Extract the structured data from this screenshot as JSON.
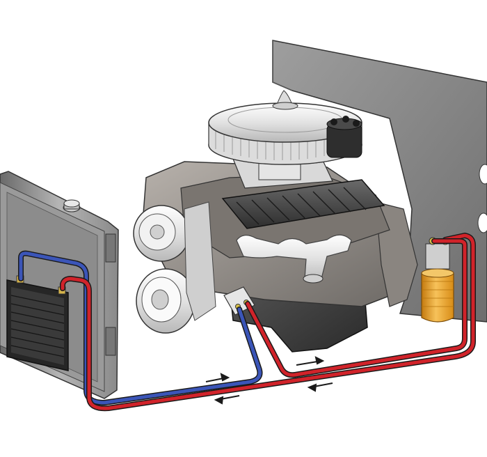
{
  "diagram": {
    "kind": "engine oil cooler plumbing illustration",
    "components": [
      {
        "id": "radiator",
        "icon": "radiator-icon"
      },
      {
        "id": "oil-cooler",
        "icon": "oil-cooler-icon"
      },
      {
        "id": "engine",
        "icon": "engine-icon"
      },
      {
        "id": "air-cleaner",
        "icon": "air-cleaner-icon"
      },
      {
        "id": "distributor",
        "icon": "distributor-icon"
      },
      {
        "id": "remote-oil-filter",
        "icon": "oil-filter-icon"
      },
      {
        "id": "firewall",
        "icon": "firewall-icon"
      },
      {
        "id": "filter-adapter",
        "icon": "adapter-icon"
      }
    ],
    "lines": {
      "cool_return": {
        "color": "#3b55b8",
        "meaning": "cool oil"
      },
      "hot_supply": {
        "color": "#d1232a",
        "meaning": "hot oil"
      }
    },
    "flow_arrows": 4
  },
  "colors": {
    "background": "#ffffff",
    "engine_block": "#8a8580",
    "oil_pan": "#3d3d3d",
    "chrome": "#e9e9e9",
    "firewall": "#8c8c8c",
    "radiator": "#a8a8a8",
    "cooler_core": "#2a2a2a",
    "filter": "#f0a826",
    "hose_blue": "#3b55b8",
    "hose_red": "#d1232a"
  }
}
